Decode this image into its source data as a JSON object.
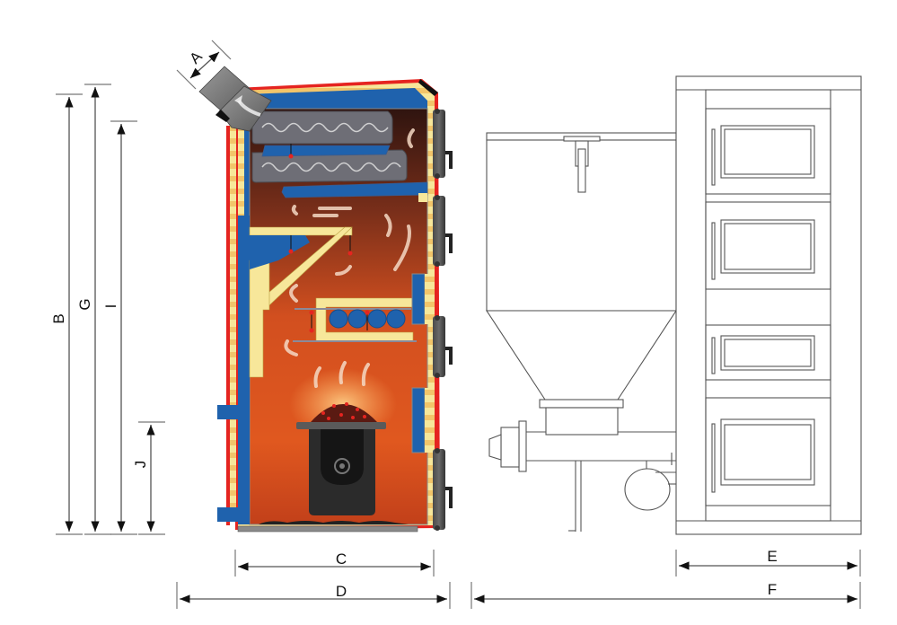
{
  "diagram": {
    "title": "Boiler with pellet feeder — dimension diagram",
    "views": [
      "cross-section",
      "side-view"
    ],
    "dimension_labels": {
      "A": "A",
      "B": "B",
      "C": "C",
      "D": "D",
      "E": "E",
      "F": "F",
      "G": "G",
      "I": "I",
      "J": "J"
    },
    "colors": {
      "outer_casing": "#e52420",
      "insulation": "#f7e79a",
      "water_jacket": "#1f62ad",
      "combustion_chamber_top": "#3a1a12",
      "combustion_chamber_bottom": "#d9501e",
      "heat_exchanger": "#6e6e76",
      "burner": "#2b2b2b",
      "line_drawing": "#555555"
    }
  }
}
